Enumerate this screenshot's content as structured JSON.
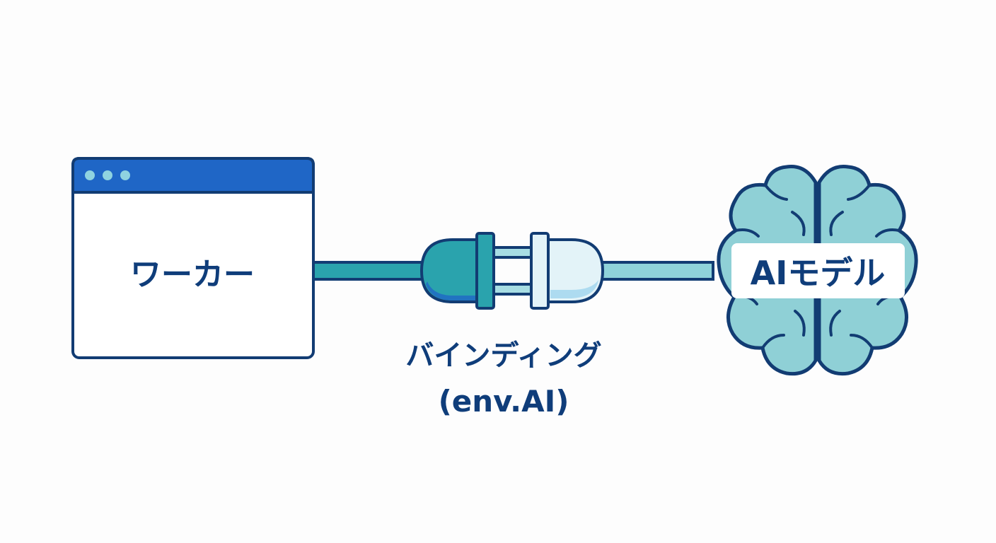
{
  "worker": {
    "label": "ワーカー"
  },
  "binding": {
    "label_line1": "バインディング",
    "label_line2": "(env.AI)"
  },
  "ai_model": {
    "label": "AIモデル"
  },
  "colors": {
    "outline": "#123c73",
    "window_titlebar": "#1f66c6",
    "window_dots": "#8fd3e0",
    "cable": "#2aa3ad",
    "cable_light": "#8fd3da",
    "plug_dark": "#2aa3ad",
    "plug_light": "#e3f3f8",
    "brain_fill": "#8fd0d6",
    "label_text": "#0f3d7a",
    "background": "#fdfdfd"
  },
  "icons": [
    "browser-window-icon",
    "plug-connector-icon",
    "brain-icon"
  ]
}
